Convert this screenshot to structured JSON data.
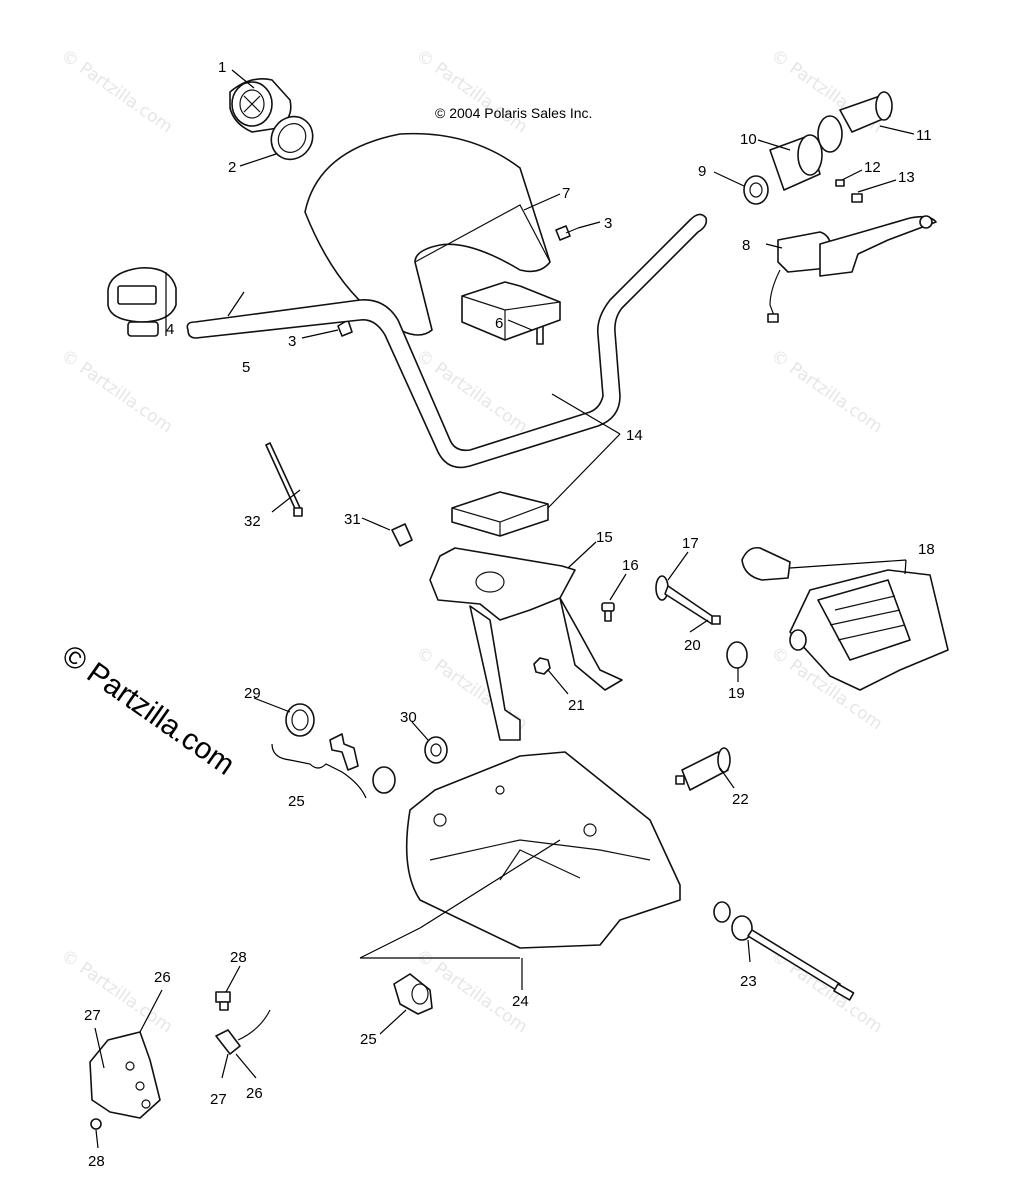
{
  "copyright": "© 2004 Polaris Sales Inc.",
  "watermark": "© Partzilla.com",
  "watermark_main": "© Partzilla.com",
  "callouts": {
    "c1": "1",
    "c2": "2",
    "c3a": "3",
    "c3b": "3",
    "c4": "4",
    "c5": "5",
    "c6": "6",
    "c7": "7",
    "c8": "8",
    "c9": "9",
    "c10": "10",
    "c11": "11",
    "c12": "12",
    "c13": "13",
    "c14": "14",
    "c15": "15",
    "c16": "16",
    "c17": "17",
    "c18": "18",
    "c19": "19",
    "c20": "20",
    "c21": "21",
    "c22": "22",
    "c23": "23",
    "c24": "24",
    "c25a": "25",
    "c25b": "25",
    "c26a": "26",
    "c26b": "26",
    "c27a": "27",
    "c27b": "27",
    "c28a": "28",
    "c28b": "28",
    "c29": "29",
    "c30": "30",
    "c31": "31",
    "c32": "32"
  }
}
